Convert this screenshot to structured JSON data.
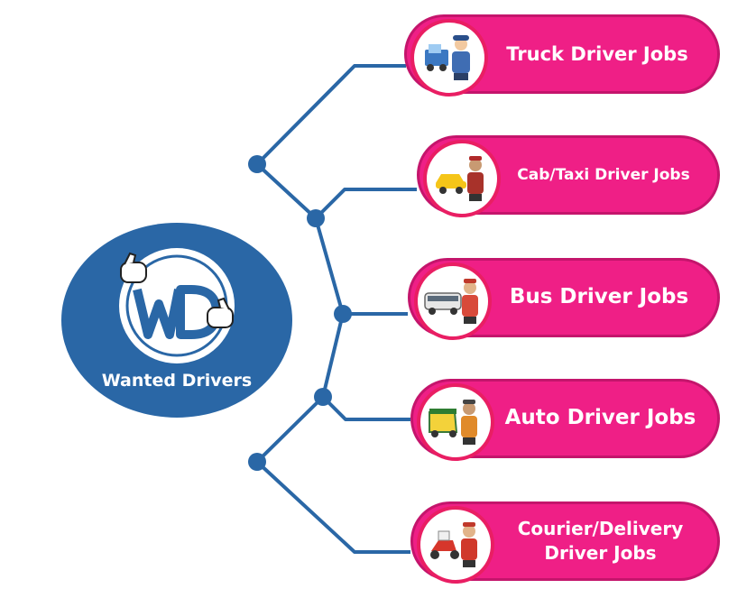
{
  "hub": {
    "label": "Wanted Drivers",
    "logo_text": "WD"
  },
  "branches": [
    {
      "label": "Truck Driver Jobs",
      "icon": "truck-driver-icon"
    },
    {
      "label": "Cab/Taxi Driver Jobs",
      "icon": "taxi-driver-icon"
    },
    {
      "label": "Bus Driver Jobs",
      "icon": "bus-driver-icon"
    },
    {
      "label": "Auto Driver Jobs",
      "icon": "auto-rickshaw-driver-icon"
    },
    {
      "label": "Courier/Delivery Driver Jobs",
      "icon": "delivery-scooter-icon"
    }
  ],
  "colors": {
    "hub": "#2a67a6",
    "pill": "#ef1f86",
    "pill_ring": "#e91e63",
    "connector": "#2a67a6"
  }
}
